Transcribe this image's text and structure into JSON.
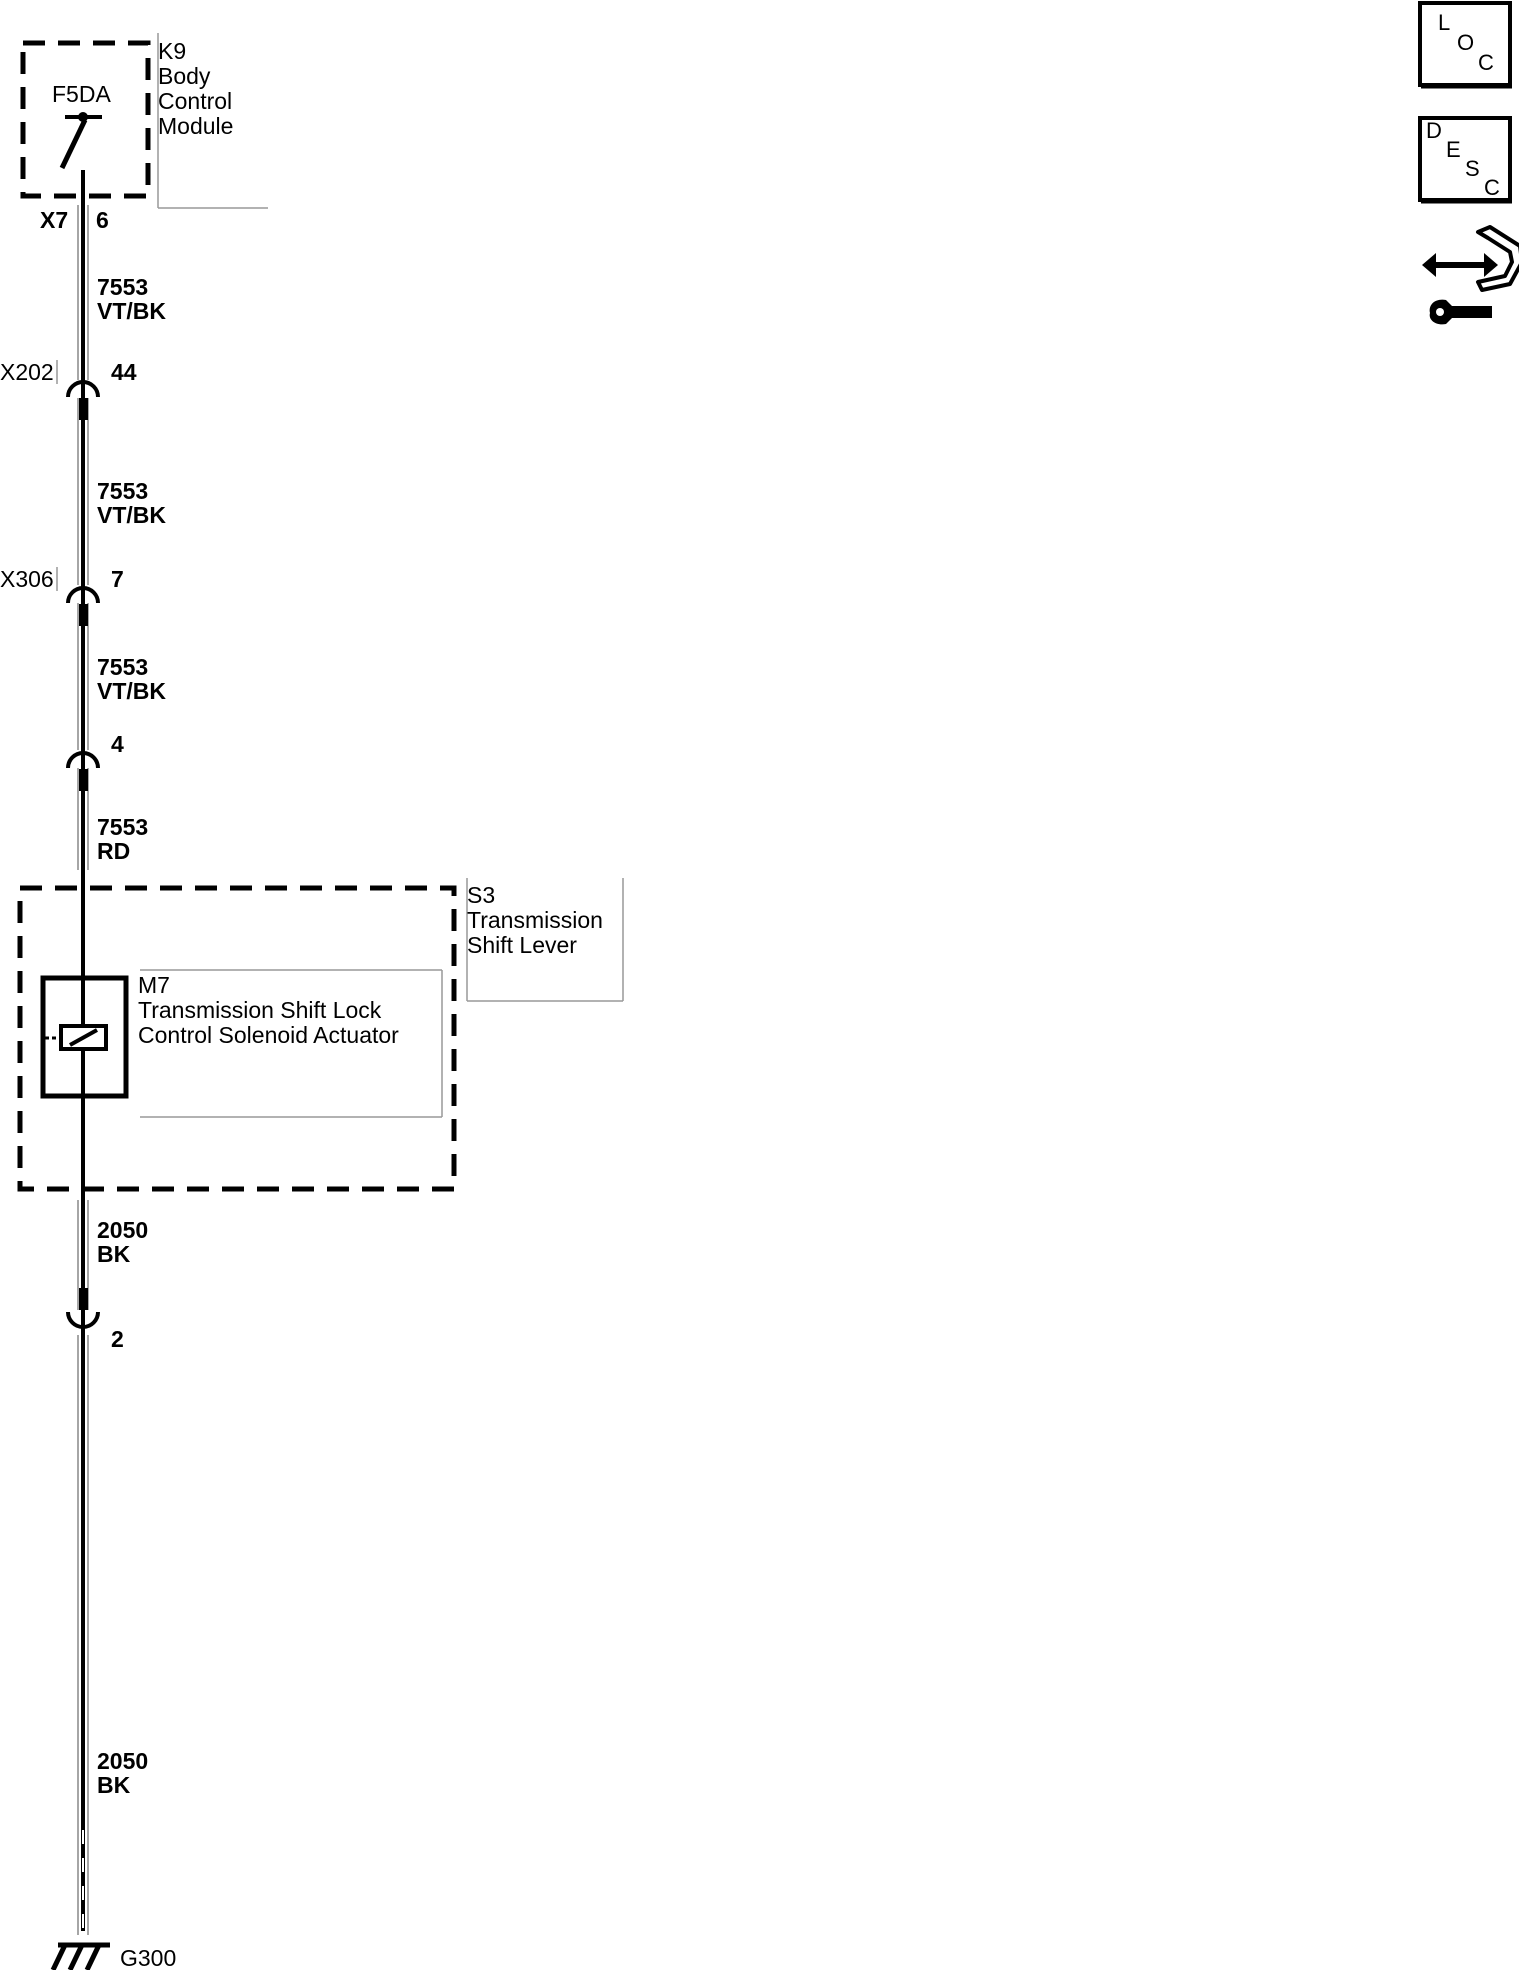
{
  "modules": {
    "k9": {
      "id": "K9",
      "lines": [
        "Body",
        "Control",
        "Module"
      ],
      "internal_label": "F5DA"
    },
    "s3": {
      "id": "S3",
      "lines": [
        "Transmission",
        "Shift Lever"
      ]
    },
    "m7": {
      "id": "M7",
      "lines": [
        "Transmission Shift Lock",
        "Control Solenoid Actuator"
      ]
    }
  },
  "connectors": {
    "x7": {
      "name": "X7",
      "pin": "6"
    },
    "x202": {
      "name": "X202",
      "pin": "44"
    },
    "x306": {
      "name": "X306",
      "pin": "7"
    },
    "c4": {
      "pin": "4"
    },
    "c2": {
      "pin": "2"
    }
  },
  "wires": [
    {
      "circuit": "7553",
      "color": "VT/BK"
    },
    {
      "circuit": "7553",
      "color": "VT/BK"
    },
    {
      "circuit": "7553",
      "color": "VT/BK"
    },
    {
      "circuit": "7553",
      "color": "RD"
    },
    {
      "circuit": "2050",
      "color": "BK"
    },
    {
      "circuit": "2050",
      "color": "BK"
    }
  ],
  "ground": {
    "id": "G300"
  },
  "icons": {
    "loc": {
      "name": "loc-icon",
      "letters": [
        "L",
        "O",
        "C"
      ]
    },
    "desc": {
      "name": "desc-icon",
      "letters": [
        "D",
        "E",
        "S",
        "C"
      ]
    },
    "repair": {
      "name": "connector-repair-icon"
    }
  }
}
